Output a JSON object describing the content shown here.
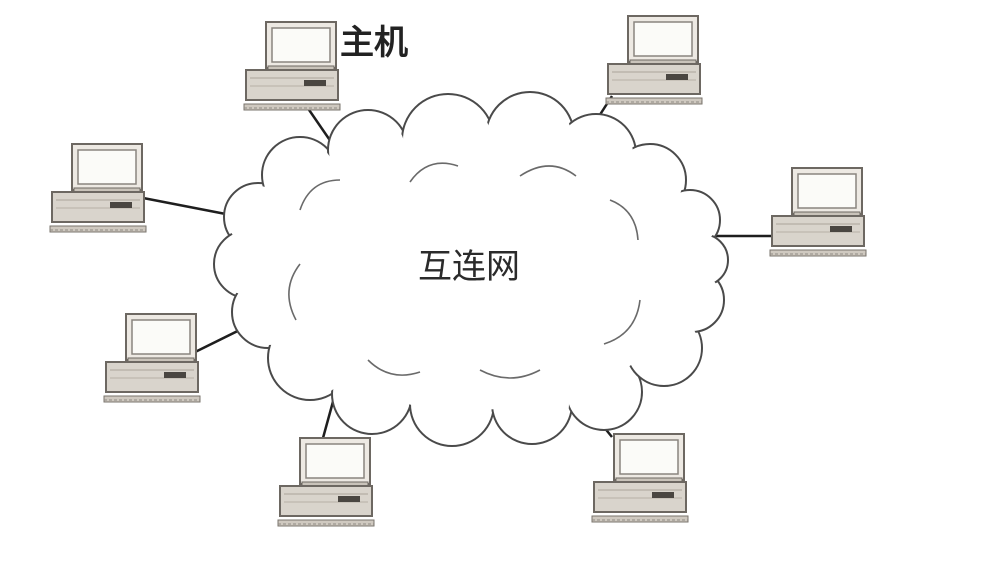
{
  "diagram": {
    "cloud_label": "互连网",
    "host_label": "主机",
    "hosts": [
      {
        "id": "host-top-left"
      },
      {
        "id": "host-top-right"
      },
      {
        "id": "host-left-upper"
      },
      {
        "id": "host-right"
      },
      {
        "id": "host-left-lower"
      },
      {
        "id": "host-bottom-left"
      },
      {
        "id": "host-bottom-right"
      }
    ],
    "colors": {
      "line": "#1e1e1e",
      "computer_body": "#d9d4cc",
      "computer_edge": "#6d6862",
      "screen": "#fbfbf8",
      "cloud_fill": "#ffffff",
      "cloud_stroke": "#4a4a4a"
    }
  }
}
